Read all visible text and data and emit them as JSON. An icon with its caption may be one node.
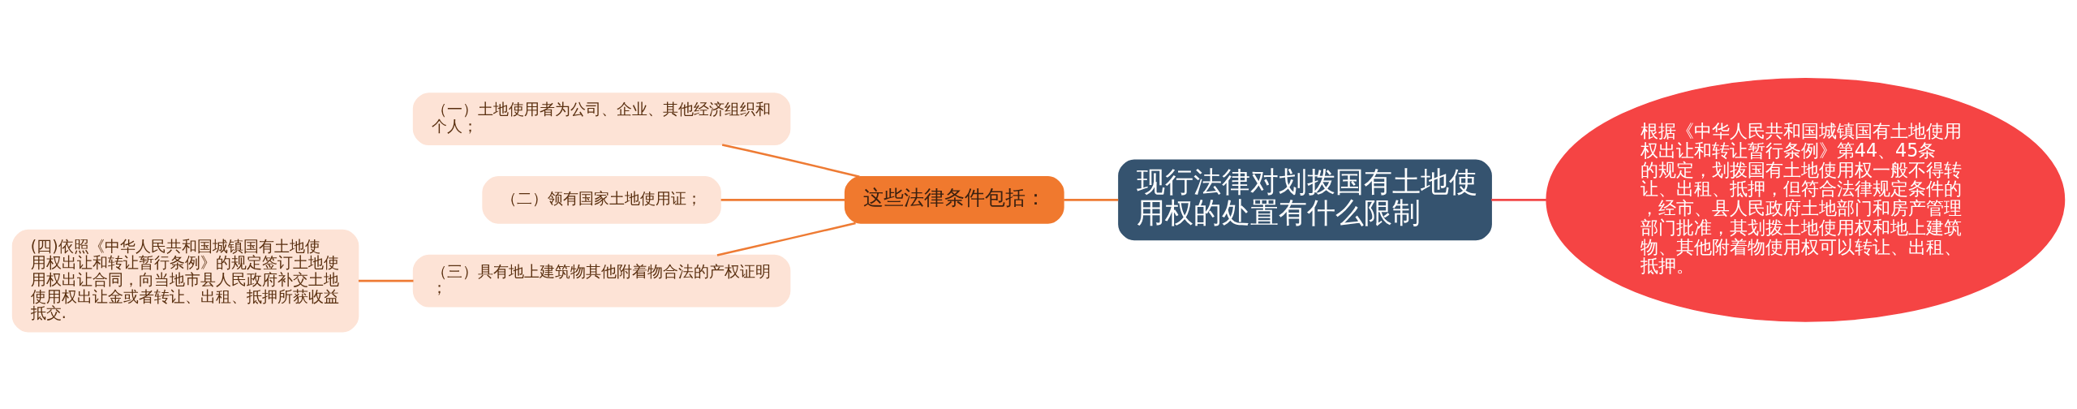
{
  "diagram": {
    "nodes": [
      {
        "text": [
          "现行法律对划拨国有土地使用权的处置有什么限制"
        ]
      },
      {
        "text": [
          "这些法律条件包括："
        ]
      },
      {
        "text": [
          "（一）土地使用者为公司、企业、其他经济组织和个人；"
        ]
      },
      {
        "text": [
          "（二）领有国家土地使用证；"
        ]
      },
      {
        "text": [
          "（三）具有地上建筑物其他附着物合法的产权证明；"
        ]
      },
      {
        "text": [
          "(四)依照《中华人民共和国城镇国有土地使用权出让和转让暂行条例》的规定签订土地使用权出让合同，向当地市县人民政府补交土地使用权出让金或者转让、出租、抵押所获收益抵交."
        ]
      },
      {
        "text": [
          "根据《中华人民共和国城镇国有土地使用权出让和转让暂行条例》第44、45条的规定，划拨国有土地使用权一般不得转让、出租、抵押，但符合法律规定条件的，经市、县人民政府土地部门和房产管理部门批准，其划拨土地使用权和地上建筑物、其他附着物使用权可以转让、出租、抵押。"
        ]
      }
    ],
    "edges": [
      {
        "from": 0,
        "to": 1,
        "arrow": "none"
      },
      {
        "from": 1,
        "to": 2,
        "arrow": "none"
      },
      {
        "from": 1,
        "to": 3,
        "arrow": "none"
      },
      {
        "from": 1,
        "to": 4,
        "arrow": "none"
      },
      {
        "from": 4,
        "to": 5,
        "arrow": "none"
      },
      {
        "from": 0,
        "to": 6,
        "arrow": "none",
        "color": "#f24848"
      }
    ]
  }
}
